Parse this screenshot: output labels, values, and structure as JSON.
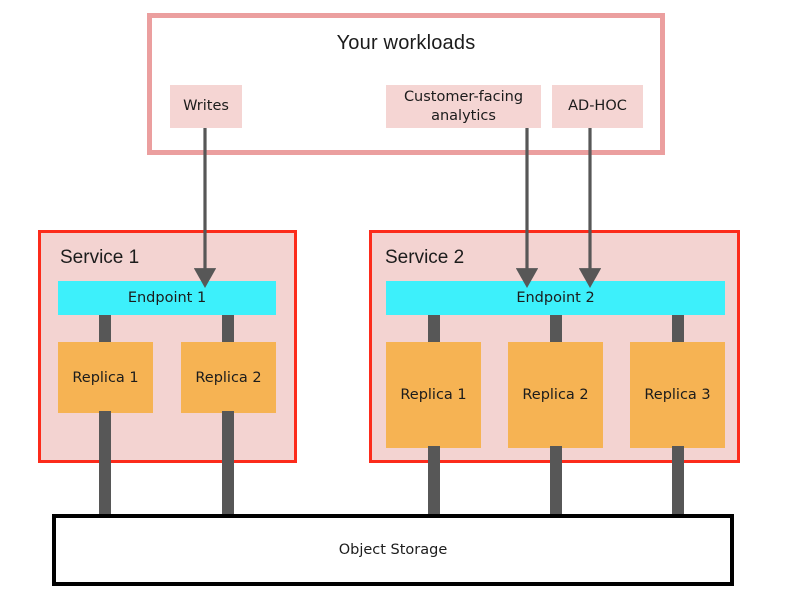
{
  "diagram": {
    "title_visible": false,
    "colors": {
      "workloads_border": "#eb9f9f",
      "chip_fill": "#f5d5d3",
      "service_border": "#fc2b1b",
      "service_fill": "#f3d3d1",
      "endpoint_fill": "#3df0fb",
      "replica_fill": "#f6b353",
      "storage_border": "#000000",
      "connector": "#575757",
      "text": "#1c1c1c"
    }
  },
  "workloads": {
    "title": "Your workloads",
    "chips": [
      {
        "label": "Writes",
        "target": "Endpoint 1"
      },
      {
        "label": "Customer-facing analytics",
        "target": "Endpoint 2"
      },
      {
        "label": "AD-HOC",
        "target": "Endpoint 2"
      }
    ]
  },
  "services": [
    {
      "title": "Service 1",
      "endpoint": "Endpoint 1",
      "replicas": [
        {
          "label": "Replica 1"
        },
        {
          "label": "Replica 2"
        }
      ]
    },
    {
      "title": "Service 2",
      "endpoint": "Endpoint 2",
      "replicas": [
        {
          "label": "Replica 1"
        },
        {
          "label": "Replica 2"
        },
        {
          "label": "Replica 3"
        }
      ]
    }
  ],
  "storage": {
    "label": "Object Storage"
  }
}
